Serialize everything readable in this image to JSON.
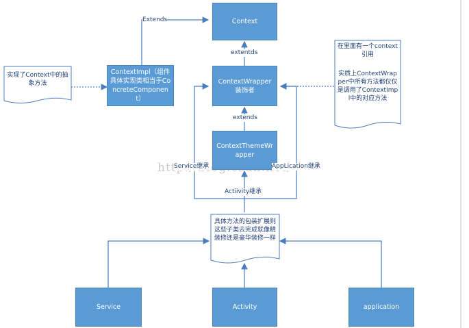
{
  "nodes": {
    "context": "Context",
    "context_impl": "ContextImpl（组件具体实现类相当于ConcreteComponent）",
    "context_wrapper": "ContextWrapper装饰者",
    "context_theme_wrapper": "ContextThemeWrapper",
    "service": "Service",
    "activity": "Activity",
    "application": "application"
  },
  "notes": {
    "left": "实现了Context中的抽象方法",
    "right_line1": "在里面有一个context引用",
    "right_line2": "实质上ContextWrapper中所有方法都仅仅是调用了ContextImpl中的对应方法",
    "center": "具体方法的包装扩展则这些子类去完成就像精装修还是豪华装修一样"
  },
  "edges": {
    "extends_top": "Extends",
    "extends_mid": "extentds",
    "extends_low": "extends",
    "service_inherit": "Service继承",
    "application_inherit": "AppLication继承",
    "activity_inherit": "Actiivity继承"
  },
  "watermark": "http://blog.csdn.net/",
  "colors": {
    "box": "#5b9bd5",
    "line": "#4a7dbd",
    "text": "#1f3f78"
  }
}
